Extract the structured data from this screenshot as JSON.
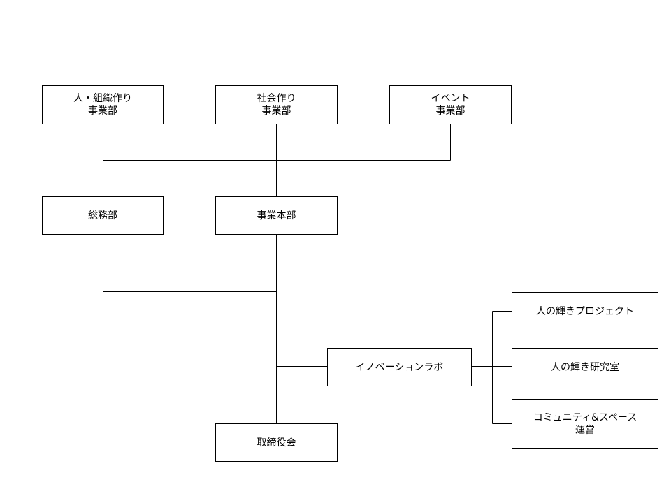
{
  "nodes": {
    "hito_soshiki": {
      "line1": "人・組織作り",
      "line2": "事業部"
    },
    "shakai": {
      "line1": "社会作り",
      "line2": "事業部"
    },
    "event": {
      "line1": "イベント",
      "line2": "事業部"
    },
    "somu": {
      "line1": "総務部"
    },
    "jigyo_honbu": {
      "line1": "事業本部"
    },
    "innovation_lab": {
      "line1": "イノベーションラボ"
    },
    "kagayaki_project": {
      "line1": "人の輝きプロジェクト"
    },
    "kagayaki_lab": {
      "line1": "人の輝き研究室"
    },
    "community": {
      "line1": "コミュニティ&スペース",
      "line2": "運営"
    },
    "board": {
      "line1": "取締役会"
    }
  },
  "colors": {
    "line": "#000000",
    "box_border": "#000000",
    "box_fill": "#ffffff",
    "text": "#000000"
  }
}
